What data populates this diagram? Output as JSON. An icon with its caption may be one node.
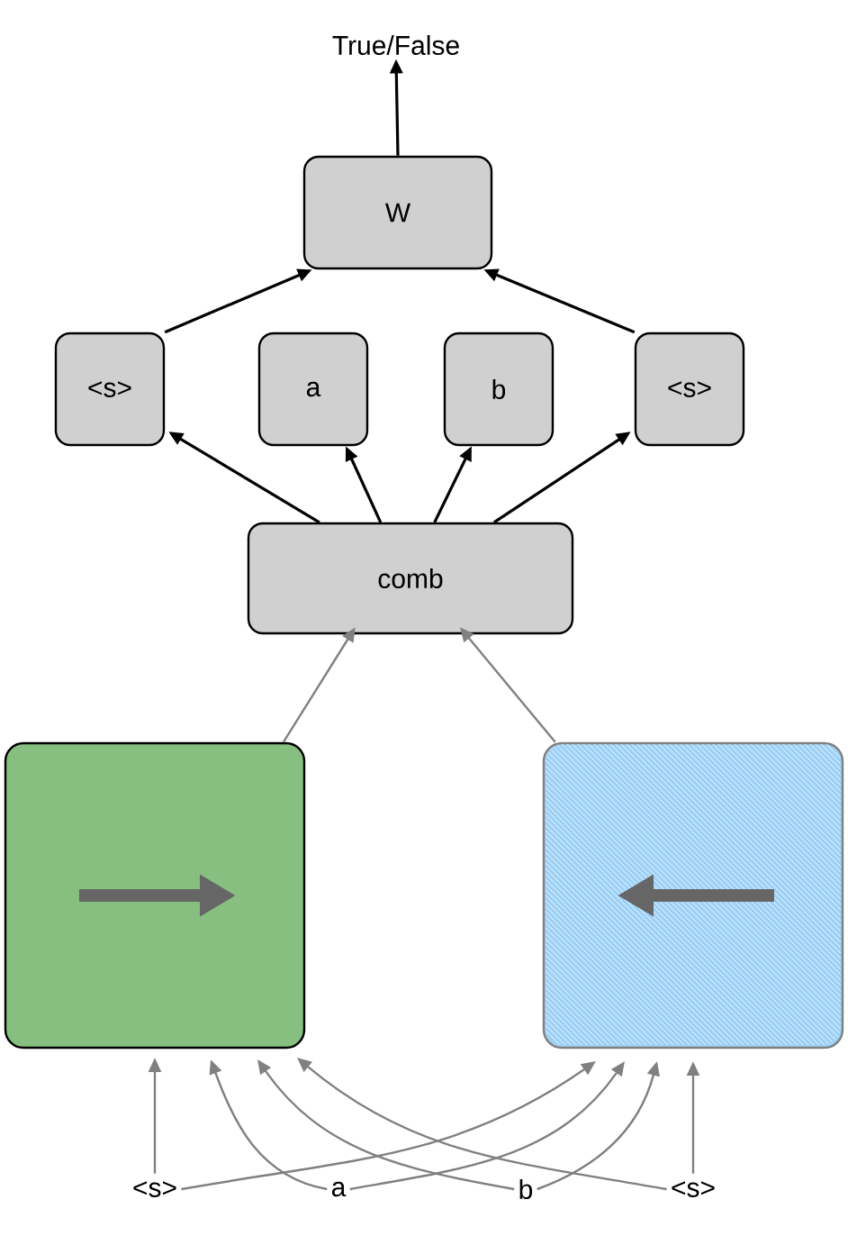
{
  "diagram": {
    "nodes": [
      {
        "text": [
          "True/False"
        ]
      },
      {
        "text": [
          "W"
        ]
      },
      {
        "text": [
          "<s>"
        ]
      },
      {
        "text": [
          "a"
        ]
      },
      {
        "text": [
          "b"
        ]
      },
      {
        "text": [
          "<s>"
        ]
      },
      {
        "text": [
          "comb"
        ]
      },
      {
        "text": [],
        "shape": "box"
      },
      {
        "text": [],
        "shape": "box"
      },
      {
        "text": [
          "<s>"
        ]
      },
      {
        "text": [
          "a"
        ]
      },
      {
        "text": [
          "b"
        ]
      },
      {
        "text": [
          "<s>"
        ]
      }
    ],
    "edges": [
      {
        "from": 1,
        "to": 0,
        "arrow": "to",
        "color": "#000000"
      },
      {
        "from": 2,
        "to": 1,
        "arrow": "to",
        "color": "#000000"
      },
      {
        "from": 5,
        "to": 1,
        "arrow": "to",
        "color": "#000000"
      },
      {
        "from": 6,
        "to": 2,
        "arrow": "to",
        "color": "#000000"
      },
      {
        "from": 6,
        "to": 3,
        "arrow": "to",
        "color": "#000000"
      },
      {
        "from": 6,
        "to": 4,
        "arrow": "to",
        "color": "#000000"
      },
      {
        "from": 6,
        "to": 5,
        "arrow": "to",
        "color": "#000000"
      },
      {
        "from": 7,
        "to": 6,
        "arrow": "to"
      },
      {
        "from": 8,
        "to": 6,
        "arrow": "to"
      },
      {
        "from": 9,
        "to": 7,
        "arrow": "to"
      },
      {
        "from": 10,
        "to": 7,
        "arrow": "to"
      },
      {
        "from": 11,
        "to": 7,
        "arrow": "to"
      },
      {
        "from": 12,
        "to": 7,
        "arrow": "to"
      },
      {
        "from": 9,
        "to": 8,
        "arrow": "to"
      },
      {
        "from": 10,
        "to": 8,
        "arrow": "to"
      },
      {
        "from": 11,
        "to": 8,
        "arrow": "to"
      },
      {
        "from": 12,
        "to": 8,
        "arrow": "to"
      }
    ]
  }
}
